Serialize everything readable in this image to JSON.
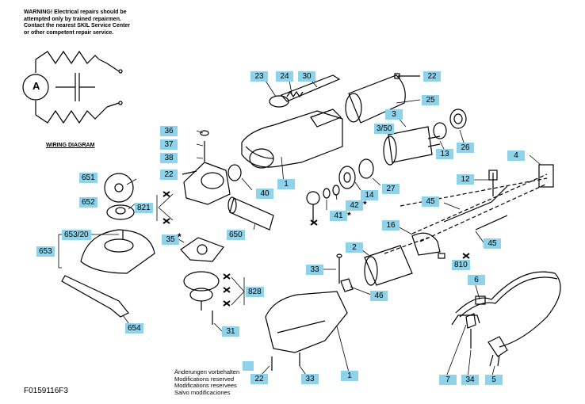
{
  "warning_lines": [
    "WARNING! Electrical repairs should be",
    "attempted only by trained repairmen.",
    "Contact the nearest SKIL Service Center",
    "or other competent repair service."
  ],
  "wiring_title": "WIRING DIAGRAM",
  "motor_symbol": "A",
  "modifications": [
    "Änderungen vorbehalten",
    "Modifications reserved",
    "Modifications reservees",
    "Salvo modificaciones"
  ],
  "figure_code": "F0159116F3",
  "labels": {
    "l23": "23",
    "l24": "24",
    "l30": "30",
    "l22a": "22",
    "l25": "25",
    "l3": "3",
    "l350": "3/50",
    "l36": "36",
    "l37": "37",
    "l38": "38",
    "l22b": "22",
    "l1a": "1",
    "l13": "13",
    "l26": "26",
    "l4": "4",
    "l651": "651",
    "l40": "40",
    "l14": "14",
    "l27": "27",
    "l12": "12",
    "l652": "652",
    "l821": "821",
    "l42": "42",
    "l41": "41",
    "l45a": "45",
    "l650": "650",
    "l16": "16",
    "l65320": "653/20",
    "l653": "653",
    "l35": "35",
    "l2": "2",
    "l45b": "45",
    "l810": "810",
    "l33a": "33",
    "l828": "828",
    "l46": "46",
    "l6": "6",
    "l654": "654",
    "l31": "31",
    "l22c": "22",
    "l33b": "33",
    "l1b": "1",
    "l7": "7",
    "l34": "34",
    "l5": "5"
  },
  "asterisk": "*",
  "colors": {
    "label_bg": "#8fd3ea",
    "ink": "#000000"
  }
}
